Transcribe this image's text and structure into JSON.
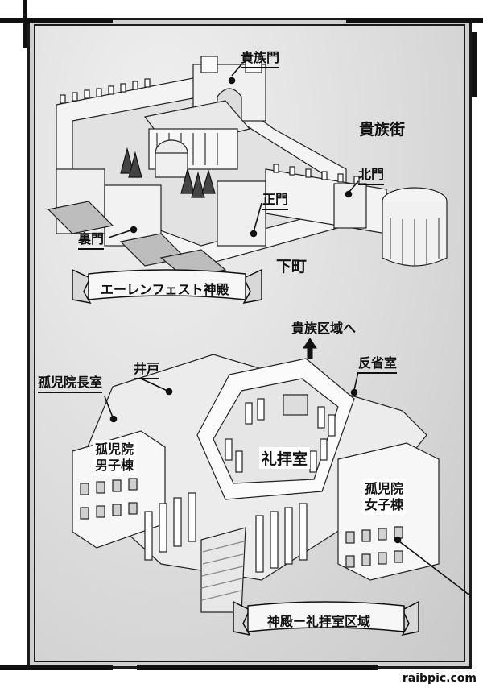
{
  "labels": {
    "noble_gate": "貴族門",
    "noble_street": "貴族街",
    "north_gate": "北門",
    "main_gate": "正門",
    "back_gate": "裏門",
    "lower_town": "下町",
    "to_noble_district": "貴族区域へ",
    "reflection_room": "反省室",
    "well": "井戸",
    "orphanage_director_room": "孤児院長室",
    "orphanage_boys_1": "孤児院",
    "orphanage_boys_2": "男子棟",
    "chapel": "礼拝室",
    "orphanage_girls_1": "孤児院",
    "orphanage_girls_2": "女子棟"
  },
  "banners": {
    "temple": "エーレンフェスト神殿",
    "chapel_area": "神殿ー礼拝室区域"
  },
  "watermark": "raibpic.com",
  "colors": {
    "ink": "#111111",
    "paper": "#ffffff",
    "parchment": "#dcdcdc"
  }
}
